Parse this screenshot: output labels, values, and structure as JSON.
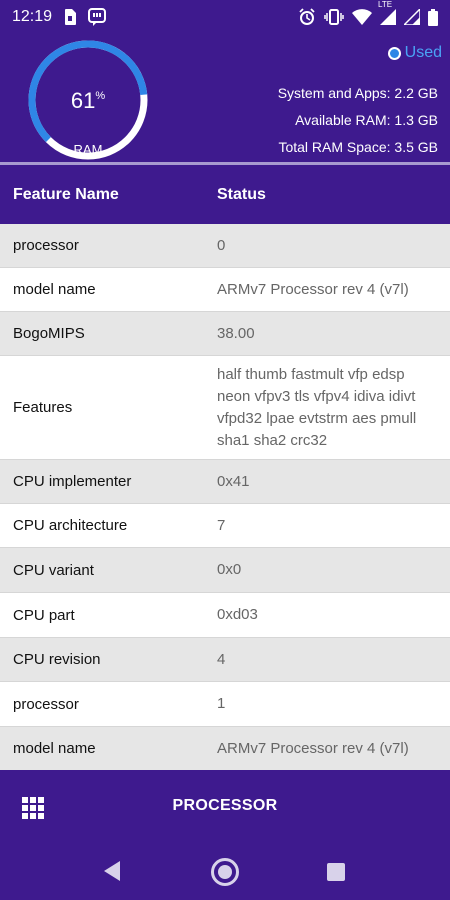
{
  "status_bar": {
    "time": "12:19",
    "network": "LTE",
    "icons": [
      "sim-card-icon",
      "messenger-icon",
      "alarm-icon",
      "vibrate-icon",
      "wifi-icon",
      "signal-icon",
      "signal-icon-2",
      "battery-icon"
    ]
  },
  "ram": {
    "percent": 61,
    "percent_display": "61",
    "percent_symbol": "%",
    "label": "RAM",
    "legend_label": "Used",
    "system_and_apps": "System and Apps: 2.2 GB",
    "available": "Available RAM: 1.3 GB",
    "total": "Total RAM Space: 3.5 GB",
    "colors": {
      "used": "#2f86e6",
      "track": "#ffffff",
      "background": "#3e1a8e"
    }
  },
  "table": {
    "headers": {
      "name": "Feature Name",
      "status": "Status"
    },
    "rows": [
      {
        "name": "processor",
        "value": "0"
      },
      {
        "name": "model name",
        "value": "ARMv7 Processor rev 4 (v7l)"
      },
      {
        "name": "BogoMIPS",
        "value": "38.00"
      },
      {
        "name": "Features",
        "value": "half thumb fastmult vfp edsp neon vfpv3 tls vfpv4 idiva idivt vfpd32 lpae evtstrm aes pmull sha1 sha2 crc32"
      },
      {
        "name": "CPU implementer",
        "value": "0x41"
      },
      {
        "name": "CPU architecture",
        "value": "7"
      },
      {
        "name": "CPU variant",
        "value": "0x0"
      },
      {
        "name": "CPU part",
        "value": "0xd03"
      },
      {
        "name": "CPU revision",
        "value": "4"
      },
      {
        "name": "processor",
        "value": "1"
      },
      {
        "name": "model name",
        "value": "ARMv7 Processor rev 4 (v7l)"
      }
    ]
  },
  "bottom_bar": {
    "title": "PROCESSOR",
    "menu_icon": "grid-menu-icon"
  },
  "nav_bar": {
    "icons": [
      "back-icon",
      "home-icon",
      "recents-icon"
    ]
  }
}
